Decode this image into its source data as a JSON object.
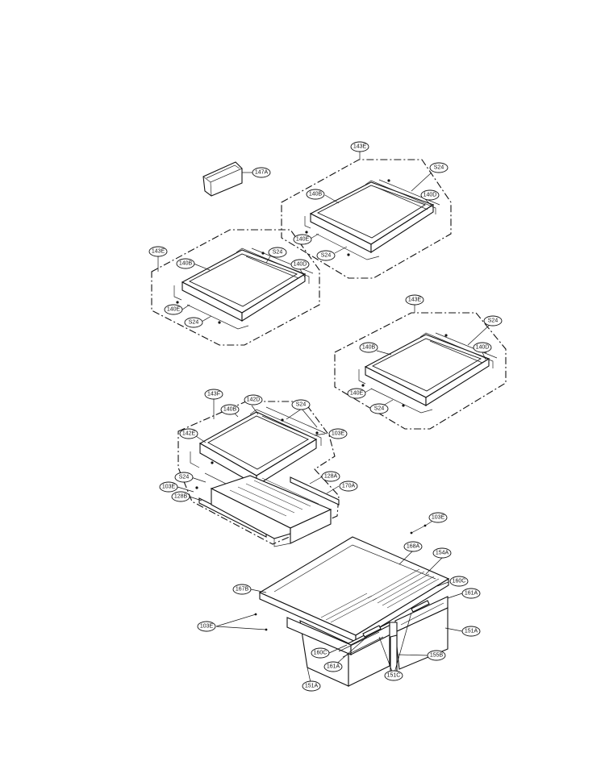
{
  "labels": {
    "c_147A": "147A",
    "c_143E_top": "143E",
    "c_S24_t1": "S24",
    "c_140B_t": "140B",
    "c_140D_t": "140D",
    "c_140E_t": "140E",
    "c_S24_t2": "S24",
    "c_143E_left": "143E",
    "c_140B_l": "140B",
    "c_S24_l1": "S24",
    "c_140D_l": "140D",
    "c_140E_l": "140E",
    "c_S24_l2": "S24",
    "c_143E_right": "143E",
    "c_S24_r1": "S24",
    "c_140B_r": "140B",
    "c_140D_r": "140D",
    "c_140E_r": "140E",
    "c_S24_r2": "S24",
    "c_143F": "143F",
    "c_142D": "142D",
    "c_140B_m": "140B",
    "c_S24_m1": "S24",
    "c_142E": "142E",
    "c_103E_m1": "103E",
    "c_S24_m2": "S24",
    "c_128A": "128A",
    "c_170A": "170A",
    "c_103E_m2": "103E",
    "c_128B": "128B",
    "c_103E_b1": "103E",
    "c_168A": "168A",
    "c_154A": "154A",
    "c_160C_1": "160C",
    "c_167B": "167B",
    "c_161A_1": "161A",
    "c_103E_b2": "103E",
    "c_151A_1": "151A",
    "c_160C_2": "160C",
    "c_155B": "155B",
    "c_161A_2": "161A",
    "c_151C": "151C",
    "c_151A_2": "151A"
  }
}
